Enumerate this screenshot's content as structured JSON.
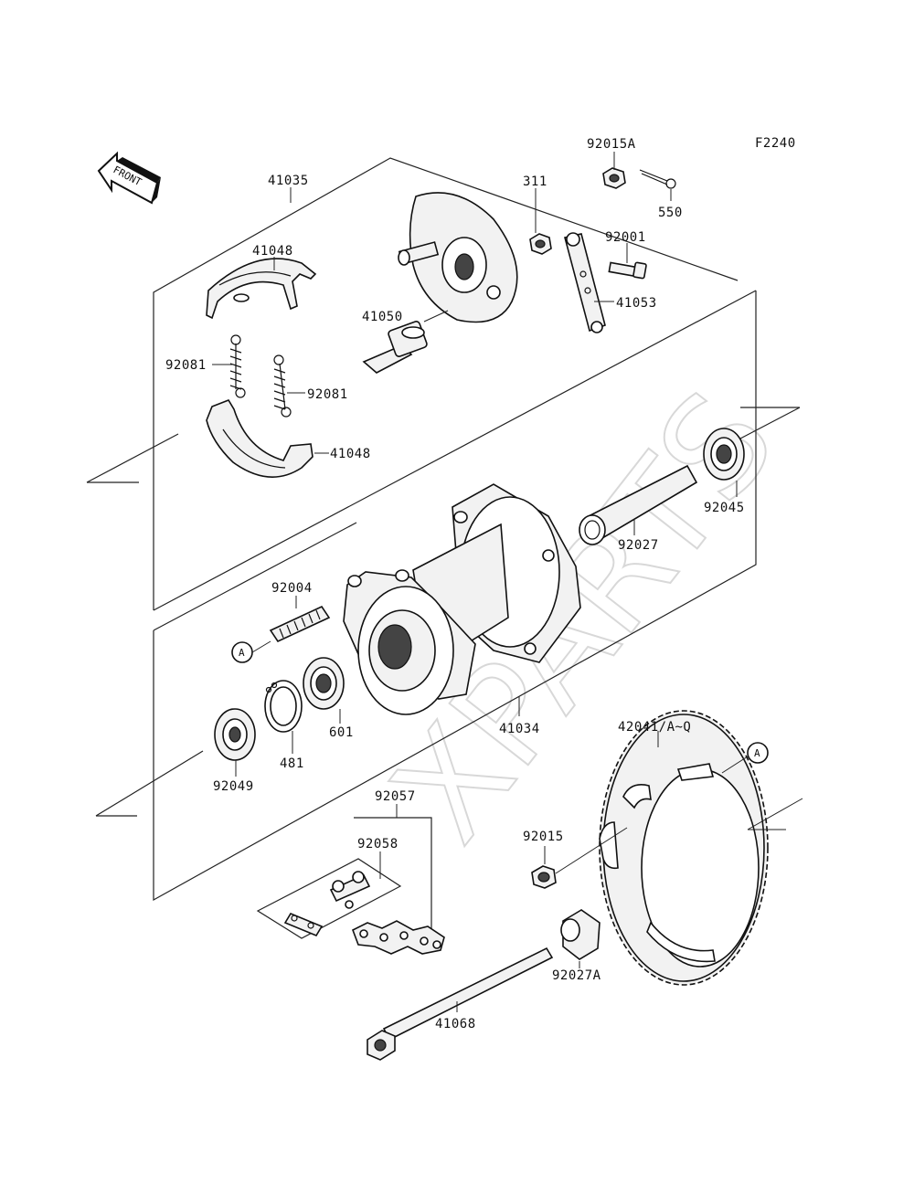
{
  "figure_code": "F2240",
  "front_marker": "FRONT",
  "callout_letter": "A",
  "watermark": "XPARTS",
  "labels": {
    "p41035": "41035",
    "p41048_top": "41048",
    "p41048_bottom": "41048",
    "p92081_left": "92081",
    "p92081_right": "92081",
    "p41050": "41050",
    "p92015A": "92015A",
    "p550": "550",
    "p311": "311",
    "p92001": "92001",
    "p41053": "41053",
    "p92045": "92045",
    "p92027": "92027",
    "p92004": "92004",
    "p601": "601",
    "p481": "481",
    "p92049": "92049",
    "p41034": "41034",
    "p42041": "42041/A~Q",
    "p92015": "92015",
    "p92057": "92057",
    "p92058": "92058",
    "p92027A": "92027A",
    "p41068": "41068"
  }
}
